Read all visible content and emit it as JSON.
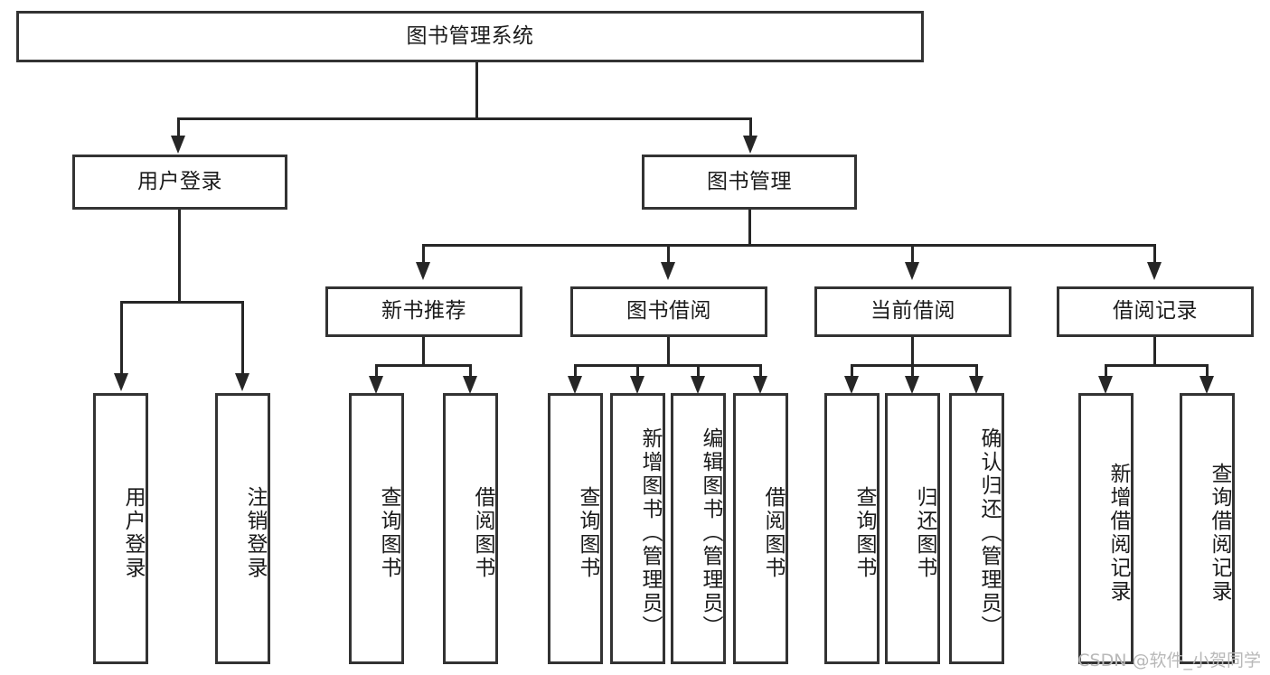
{
  "diagram": {
    "type": "tree",
    "title": "图书管理系统",
    "watermark": "CSDN @软件_小贺同学",
    "colors": {
      "box_border": "#333333",
      "box_fill": "#ffffff",
      "connector": "#262626",
      "text": "#1b1b1b",
      "watermark": "#b8b8b8"
    },
    "root": {
      "label": "图书管理系统"
    },
    "level1": [
      {
        "id": "user-login",
        "label": "用户登录"
      },
      {
        "id": "book-management",
        "label": "图书管理"
      }
    ],
    "level2": [
      {
        "id": "new-book-recommend",
        "label": "新书推荐",
        "parent": "book-management"
      },
      {
        "id": "book-borrow",
        "label": "图书借阅",
        "parent": "book-management"
      },
      {
        "id": "current-borrow",
        "label": "当前借阅",
        "parent": "book-management"
      },
      {
        "id": "borrow-record",
        "label": "借阅记录",
        "parent": "book-management"
      }
    ],
    "leaves": {
      "user_login": [
        {
          "id": "leaf-user-login",
          "label": "用户登录"
        },
        {
          "id": "leaf-logout-login",
          "label": "注销登录"
        }
      ],
      "new_book_recommend": [
        {
          "id": "leaf-query-book-1",
          "label": "查询图书"
        },
        {
          "id": "leaf-borrow-book-1",
          "label": "借阅图书"
        }
      ],
      "book_borrow": [
        {
          "id": "leaf-query-book-2",
          "label": "查询图书"
        },
        {
          "id": "leaf-add-book",
          "label": "新增图书（管理员）"
        },
        {
          "id": "leaf-edit-book",
          "label": "编辑图书（管理员）"
        },
        {
          "id": "leaf-borrow-book-2",
          "label": "借阅图书"
        }
      ],
      "current_borrow": [
        {
          "id": "leaf-query-book-3",
          "label": "查询图书"
        },
        {
          "id": "leaf-return-book",
          "label": "归还图书"
        },
        {
          "id": "leaf-confirm-return",
          "label": "确认归还（管理员）"
        }
      ],
      "borrow_record": [
        {
          "id": "leaf-add-record",
          "label": "新增借阅记录"
        },
        {
          "id": "leaf-query-record",
          "label": "查询借阅记录"
        }
      ]
    }
  }
}
